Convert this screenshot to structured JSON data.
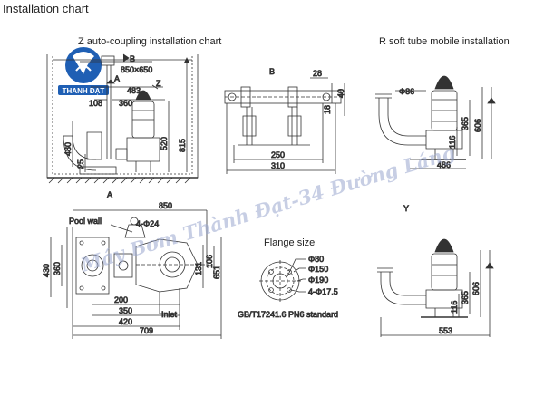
{
  "page_title": "Installation chart",
  "sections": {
    "z_auto_coupling": "Z auto-coupling installation chart",
    "r_soft_tube": "R soft tube mobile installation",
    "flange": "Flange size",
    "view_b": "B",
    "view_a": "A",
    "view_y": "Y"
  },
  "logo": {
    "text": "THANH ĐẠT",
    "color": "#1f5fb4"
  },
  "watermark": "Máy Bơm Thành Đạt-34 Đường Láng",
  "z_chart": {
    "labels": {
      "b": "B",
      "a": "A",
      "z": "Z"
    },
    "dims": [
      "850×650",
      "483",
      "108",
      "360",
      "480",
      "25",
      "520",
      "815"
    ]
  },
  "b_view": {
    "dims": [
      "28",
      "40",
      "18",
      "250",
      "310"
    ]
  },
  "r_chart": {
    "dims": [
      "Φ86",
      "365",
      "606",
      "116",
      "486"
    ]
  },
  "a_view": {
    "dims": [
      "850",
      "4-Φ24",
      "430",
      "360",
      "131",
      "106",
      "651",
      "200",
      "350",
      "420",
      "709"
    ],
    "labels": {
      "pool_wall": "Pool wall",
      "inlet": "Inlet"
    }
  },
  "flange": {
    "specs": [
      "Φ80",
      "Φ150",
      "Φ190",
      "4-Φ17.5"
    ],
    "standard": "GB/T17241.6 PN6 standard"
  },
  "y_chart": {
    "dims": [
      "365",
      "606",
      "116",
      "553"
    ]
  }
}
